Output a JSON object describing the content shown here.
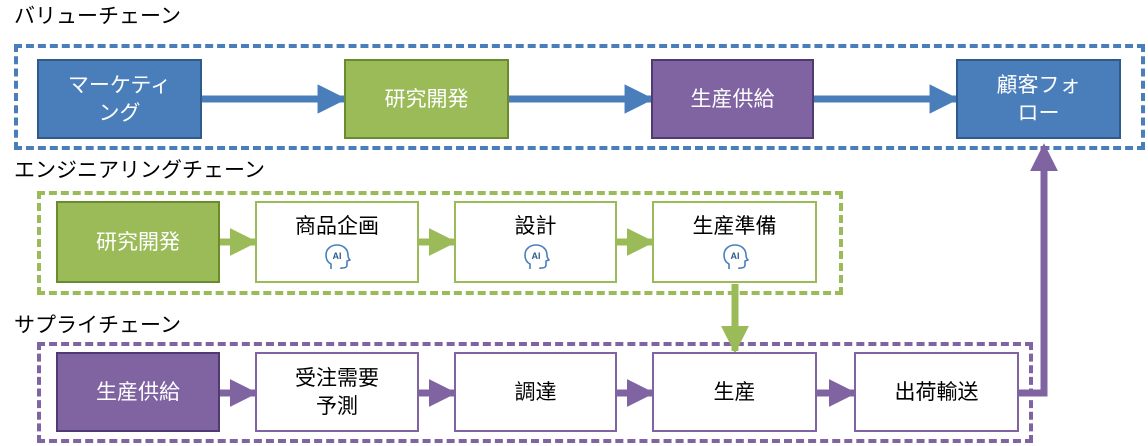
{
  "sections": {
    "value_chain": {
      "title": "バリューチェーン",
      "boxes": [
        {
          "line1": "マーケティ",
          "line2": "ング"
        },
        {
          "line1": "研究開発",
          "line2": ""
        },
        {
          "line1": "生産供給",
          "line2": ""
        },
        {
          "line1": "顧客フォ",
          "line2": "ロー"
        }
      ]
    },
    "engineering_chain": {
      "title": "エンジニアリングチェーン",
      "boxes": [
        {
          "line1": "研究開発",
          "line2": ""
        },
        {
          "line1": "商品企画",
          "line2": "",
          "icon": "ai-head-icon",
          "icon_text": "AI"
        },
        {
          "line1": "設計",
          "line2": "",
          "icon": "ai-head-icon",
          "icon_text": "AI"
        },
        {
          "line1": "生産準備",
          "line2": "",
          "icon": "ai-head-icon",
          "icon_text": "AI"
        }
      ]
    },
    "supply_chain": {
      "title": "サプライチェーン",
      "boxes": [
        {
          "line1": "生産供給",
          "line2": ""
        },
        {
          "line1": "受注需要",
          "line2": "予測"
        },
        {
          "line1": "調達",
          "line2": ""
        },
        {
          "line1": "生産",
          "line2": ""
        },
        {
          "line1": "出荷輸送",
          "line2": ""
        }
      ]
    }
  },
  "colors": {
    "blue": "#4a7ebb",
    "blue_dark": "#2e5a8c",
    "green": "#9bbb59",
    "green_dark": "#6a8a2e",
    "purple": "#8064a2",
    "purple_dark": "#4f3a72"
  }
}
